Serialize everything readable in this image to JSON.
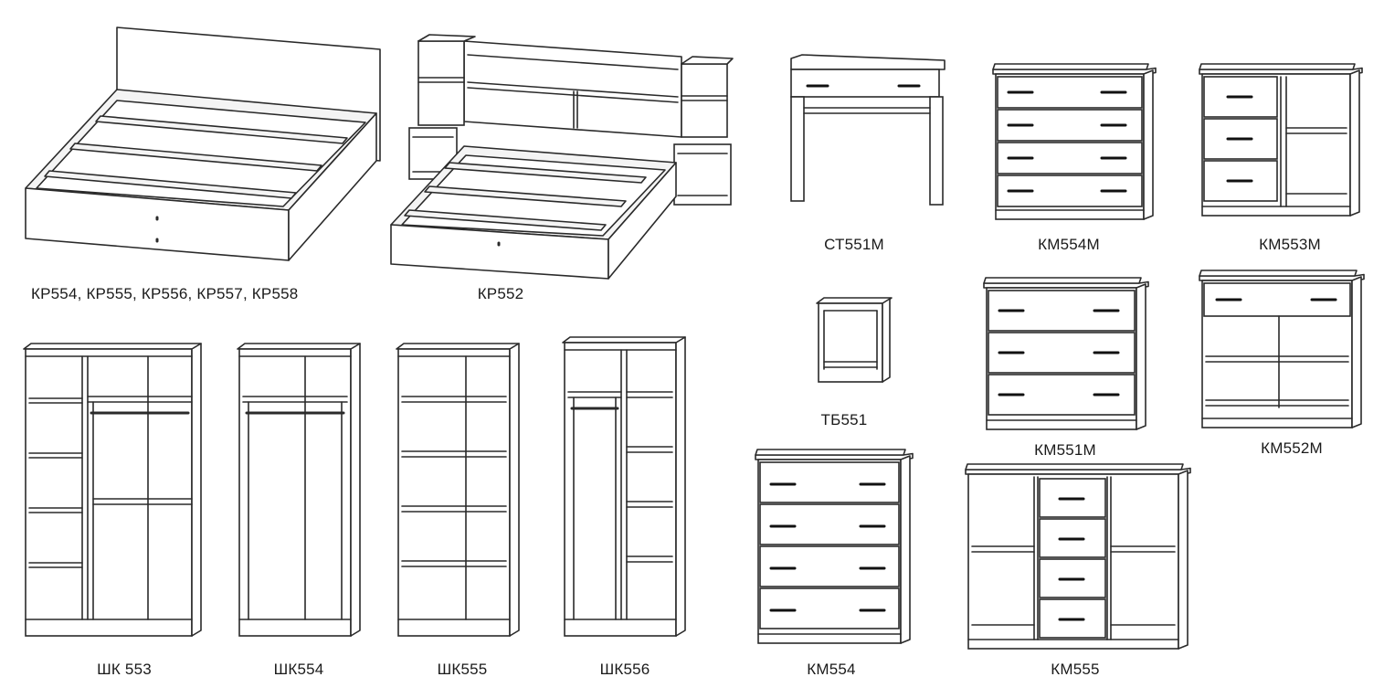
{
  "colors": {
    "line": "#2a2a2a",
    "handle": "#111111",
    "panel": "#ffffff",
    "shade": "#f4f4f4",
    "text": "#1a1a1a"
  },
  "labels": {
    "bed_group": "КР554, КР555, КР556, КР557, КР558",
    "bed_kr552": "КР552",
    "wardrobe_553": "ШК 553",
    "wardrobe_554": "ШК554",
    "wardrobe_555": "ШК555",
    "wardrobe_556": "ШК556",
    "table_st551m": "СТ551М",
    "chest_km554m": "КМ554М",
    "chest_km553m": "КМ553М",
    "nightstand_tb551": "ТБ551",
    "chest_km551m": "КМ551М",
    "chest_km552m": "КМ552М",
    "chest_km554": "КМ554",
    "chest_km555": "КМ555"
  }
}
